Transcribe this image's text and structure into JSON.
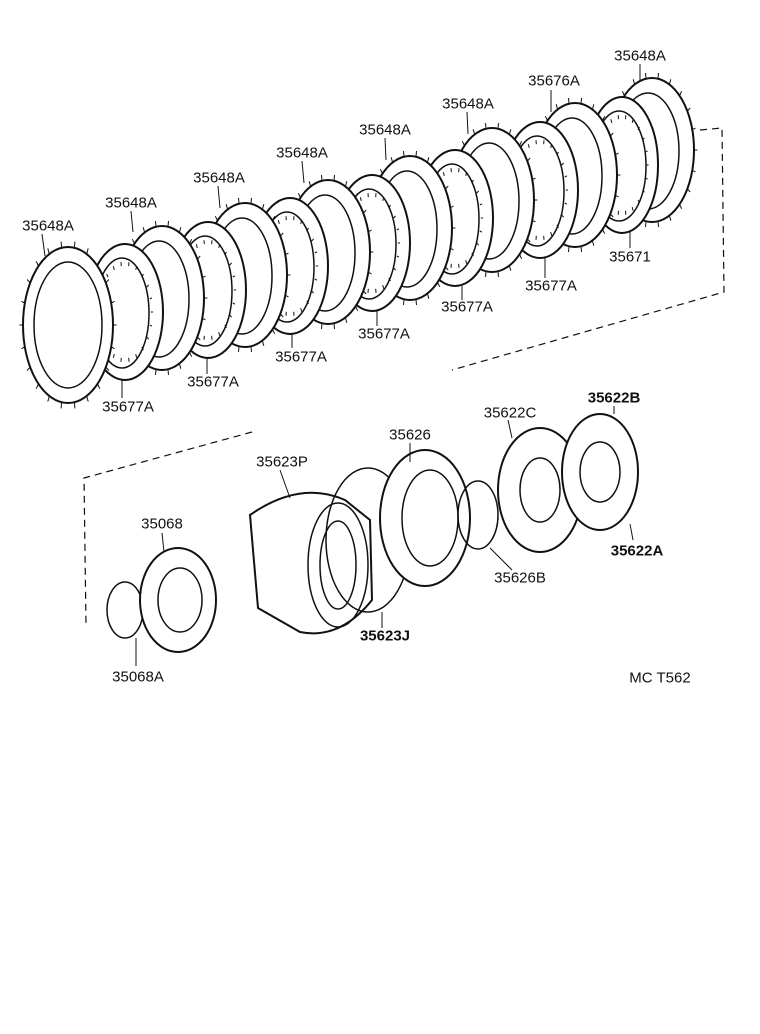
{
  "labels": {
    "clutch_disc_1": "35648A",
    "clutch_disc_2": "35648A",
    "clutch_disc_3": "35648A",
    "clutch_disc_4": "35648A",
    "clutch_disc_5": "35648A",
    "clutch_disc_6": "35648A",
    "clutch_disc_7": "35648A",
    "clutch_plate_1": "35677A",
    "clutch_plate_2": "35677A",
    "clutch_plate_3": "35677A",
    "clutch_plate_4": "35677A",
    "clutch_plate_5": "35677A",
    "clutch_plate_6": "35677A",
    "flange": "35676A",
    "snap_ring_top": "35671",
    "one_way_clutch": "35068",
    "snap_ring": "35068A",
    "clutch_drum": "35623P",
    "drum_seal": "35623J",
    "piston": "35626",
    "o_ring": "35626B",
    "piston_seal": "35622C",
    "thrust_washer": "35622B",
    "thrust_bearing": "35622A"
  },
  "figure_code": "MC T562"
}
